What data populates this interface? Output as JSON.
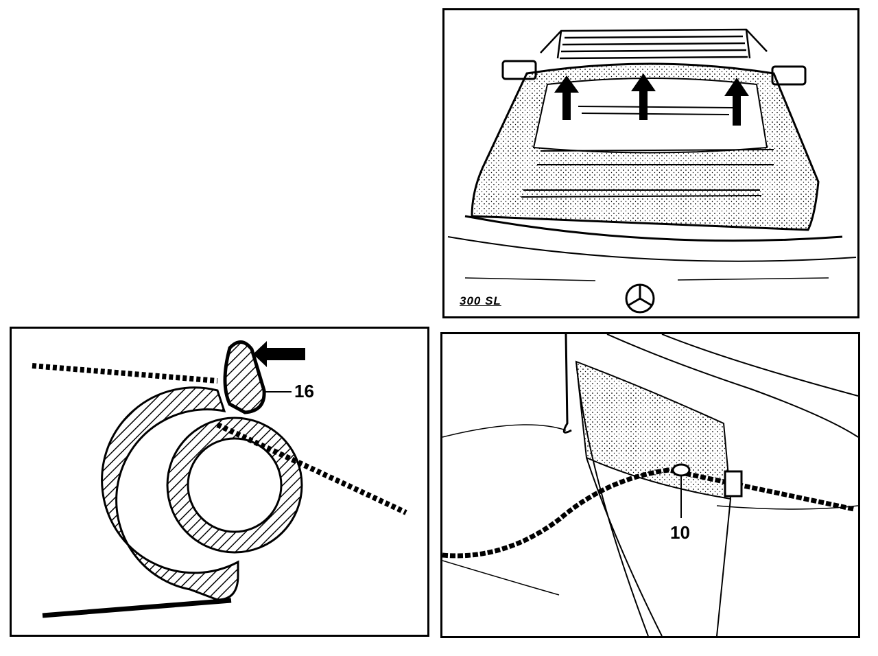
{
  "panels": {
    "rear_view": {
      "badge_text": "300 SL"
    },
    "section_view": {
      "callout": "16"
    },
    "cable_view": {
      "callout": "10"
    }
  },
  "colors": {
    "ink": "#000000",
    "paper": "#ffffff"
  }
}
